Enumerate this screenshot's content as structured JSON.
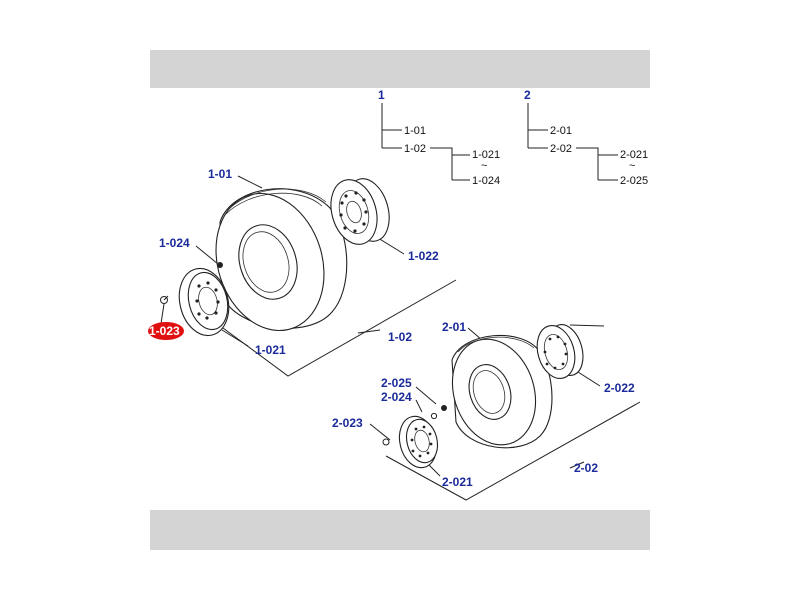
{
  "tree": {
    "group1": {
      "root": "1",
      "items": [
        "1-01",
        "1-02"
      ],
      "sub_start": "1-021",
      "sub_end": "1-024",
      "tilde": "~"
    },
    "group2": {
      "root": "2",
      "items": [
        "2-01",
        "2-02"
      ],
      "sub_start": "2-021",
      "sub_end": "2-025",
      "tilde": "~"
    }
  },
  "labels": {
    "l1_01": "1-01",
    "l1_024": "1-024",
    "l1_023": "1-023",
    "l1_021": "1-021",
    "l1_022": "1-022",
    "l1_02": "1-02",
    "l2_01": "2-01",
    "l2_025": "2-025",
    "l2_024": "2-024",
    "l2_023": "2-023",
    "l2_021": "2-021",
    "l2_022": "2-022",
    "l2_02": "2-02"
  },
  "highlight": {
    "color": "#e01010",
    "label_key": "l1_023"
  }
}
